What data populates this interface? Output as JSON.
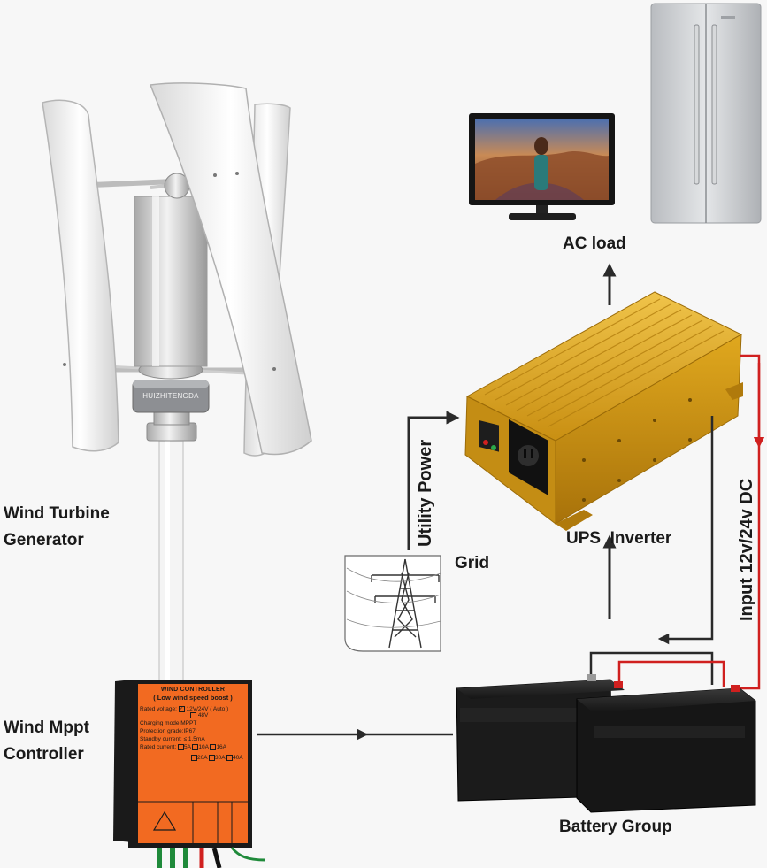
{
  "labels": {
    "ac_load": "AC load",
    "wind_turbine": "Wind Turbine",
    "generator": "Generator",
    "utility_power": "Utility Power",
    "grid": "Grid",
    "ups_inverter": "UPS  Inverter",
    "input_dc": "Input 12v/24v DC",
    "wind_mppt": "Wind Mppt",
    "controller": "Controller",
    "battery_group": "Battery Group"
  },
  "turbine_brand": "HUIZHITENGDA",
  "controller_panel": {
    "title": "WIND CONTROLLER",
    "subtitle": "( Low wind speed boost )",
    "rated_voltage": "Rated voltage:",
    "voltage_opt1": "12V/24V ( Auto )",
    "voltage_opt2": "48V",
    "charging_mode": "Charging mode:MPPT",
    "protection": "Protection grade:IP67",
    "standby": "Standby current: ≤ 1.5mA",
    "rated_current": "Rated current:",
    "current_row1": [
      "5A",
      "10A",
      "16A"
    ],
    "current_row2": [
      "20A",
      "30A",
      "40A"
    ]
  },
  "colors": {
    "controller_orange": "#f26a21",
    "inverter_gold": "#d9a21b",
    "battery_black": "#1b1b1b",
    "wire_red": "#d0201f",
    "wire_dark": "#222222"
  }
}
